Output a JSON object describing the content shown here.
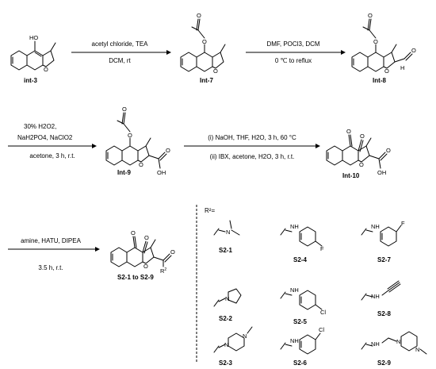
{
  "compounds": {
    "int3": "int-3",
    "int7": "Int-7",
    "int8": "Int-8",
    "int9": "Int-9",
    "int10": "Int-10",
    "product": "S2-1 to S2-9"
  },
  "steps": {
    "step1": {
      "top": "acetyl chloride, TEA",
      "bottom": "DCM,  rt"
    },
    "step2": {
      "top": "DMF, POCl3, DCM",
      "bottom": "0  ℃ to reflux"
    },
    "step3": {
      "line1": "30% H2O2,",
      "line2": "NaH2PO4, NaClO2",
      "bottom": "acetone, 3 h, r.t."
    },
    "step4": {
      "top": "(i) NaOH, THF,  H2O, 3 h, 60 °C",
      "bottom": "(ii) IBX, acetone, H2O, 3 h, r.t."
    },
    "step5": {
      "top": "amine, HATU, DIPEA",
      "bottom": "3.5 h, r.t."
    }
  },
  "r_group_header": "R²=",
  "r_groups": [
    "S2-1",
    "S2-2",
    "S2-3",
    "S2-4",
    "S2-5",
    "S2-6",
    "S2-7",
    "S2-8",
    "S2-9"
  ],
  "atoms": {
    "HO": "HO",
    "O": "O",
    "H": "H",
    "OH": "OH",
    "N": "N",
    "NH": "NH",
    "F": "F",
    "Cl": "Cl",
    "R2": "R",
    "R2sup": "2"
  }
}
